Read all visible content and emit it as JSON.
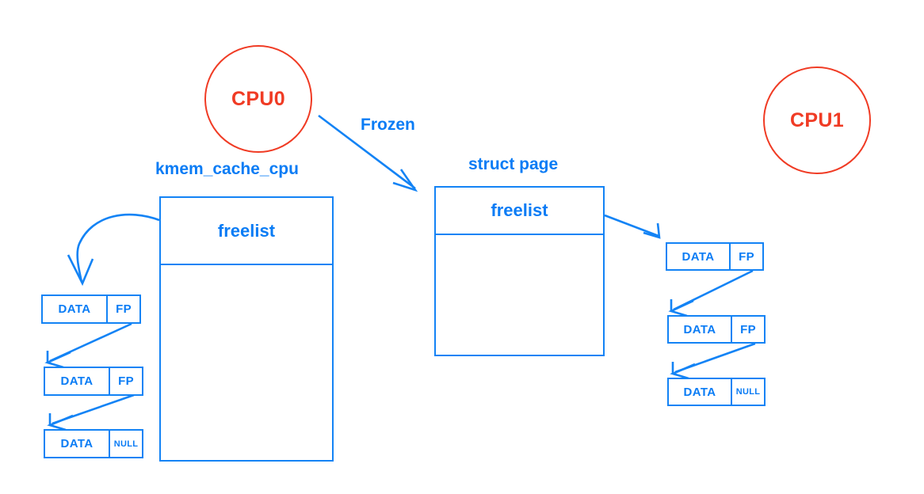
{
  "colors": {
    "blue": "#1383f5",
    "blue_text": "#0a7cf5",
    "red": "#f03b24",
    "background": "#ffffff"
  },
  "cpus": [
    {
      "id": "cpu0",
      "label": "CPU0"
    },
    {
      "id": "cpu1",
      "label": "CPU1"
    }
  ],
  "edges": {
    "frozen_label": "Frozen"
  },
  "structs": {
    "kmem_cache_cpu": {
      "title": "kmem_cache_cpu",
      "field_label": "freelist"
    },
    "struct_page": {
      "title": "struct page",
      "field_label": "freelist"
    }
  },
  "left_freelist": {
    "objects": [
      {
        "data": "DATA",
        "ptr": "FP"
      },
      {
        "data": "DATA",
        "ptr": "FP"
      },
      {
        "data": "DATA",
        "ptr": "NULL"
      }
    ]
  },
  "right_freelist": {
    "objects": [
      {
        "data": "DATA",
        "ptr": "FP"
      },
      {
        "data": "DATA",
        "ptr": "FP"
      },
      {
        "data": "DATA",
        "ptr": "NULL"
      }
    ]
  }
}
